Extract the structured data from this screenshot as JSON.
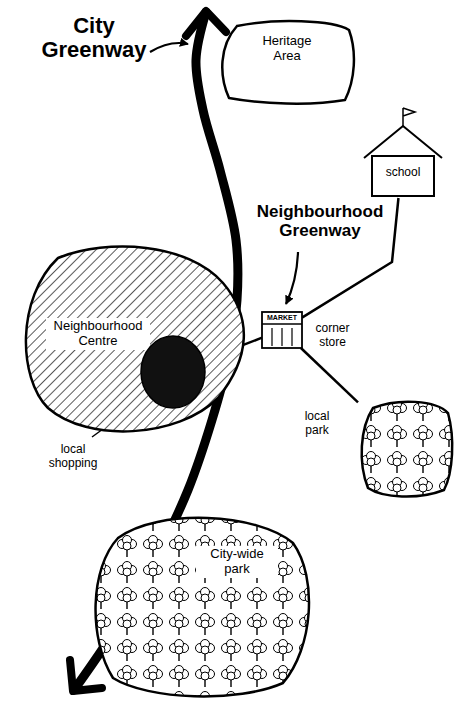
{
  "diagram": {
    "nodes": [
      {
        "text": [
          "Heritage Area"
        ]
      },
      {
        "text": [
          "school"
        ]
      },
      {
        "text": [
          "Neighbourhood Centre"
        ]
      },
      {
        "text": [
          "local shopping"
        ],
        "in": 2
      },
      {
        "text": [
          "MARKET",
          "corner store"
        ]
      },
      {
        "text": [
          "local park"
        ]
      },
      {
        "text": [
          "City-wide park"
        ]
      }
    ],
    "edges": [
      {
        "from": 3,
        "to": 4,
        "arrow": "none"
      },
      {
        "from": 4,
        "to": 1,
        "arrow": "none"
      },
      {
        "from": 4,
        "to": 5,
        "arrow": "none"
      }
    ],
    "labels": [
      "City Greenway",
      "Neighbourhood Greenway"
    ]
  }
}
